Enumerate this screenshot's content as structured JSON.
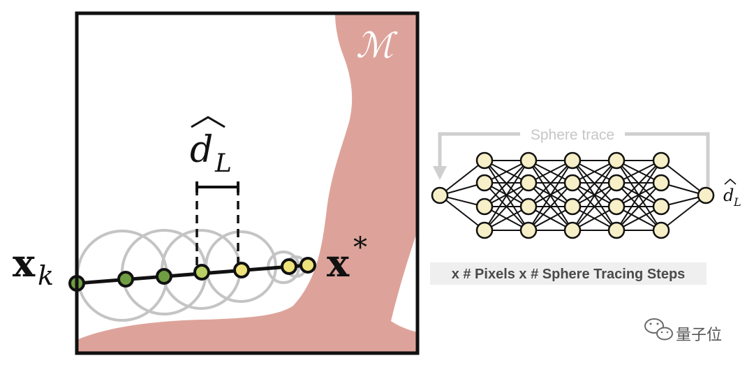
{
  "left_panel": {
    "manifold_label": "ℳ",
    "distance_label": "d",
    "distance_subscript": "L",
    "start_label": "x",
    "start_subscript": "k",
    "end_label": "x",
    "end_superscript": "*"
  },
  "right_panel": {
    "loop_label": "Sphere trace",
    "output_label": "d",
    "output_subscript": "L",
    "caption": "x # Pixels x # Sphere Tracing Steps",
    "network_layers": [
      1,
      4,
      4,
      4,
      4,
      4,
      1
    ]
  },
  "watermark": {
    "text": "量子位",
    "icon": "wechat-icon"
  },
  "colors": {
    "manifold": "#dda39a",
    "ray": "#111111",
    "sphere": "#c4c4c4",
    "point_green": "#6f9e42",
    "point_yellowgreen": "#b9cf63",
    "point_yellow": "#eee27a",
    "node_fill": "#f7efc7",
    "loop_arrow": "#cfcfcf",
    "caption_bg": "#efefef"
  }
}
